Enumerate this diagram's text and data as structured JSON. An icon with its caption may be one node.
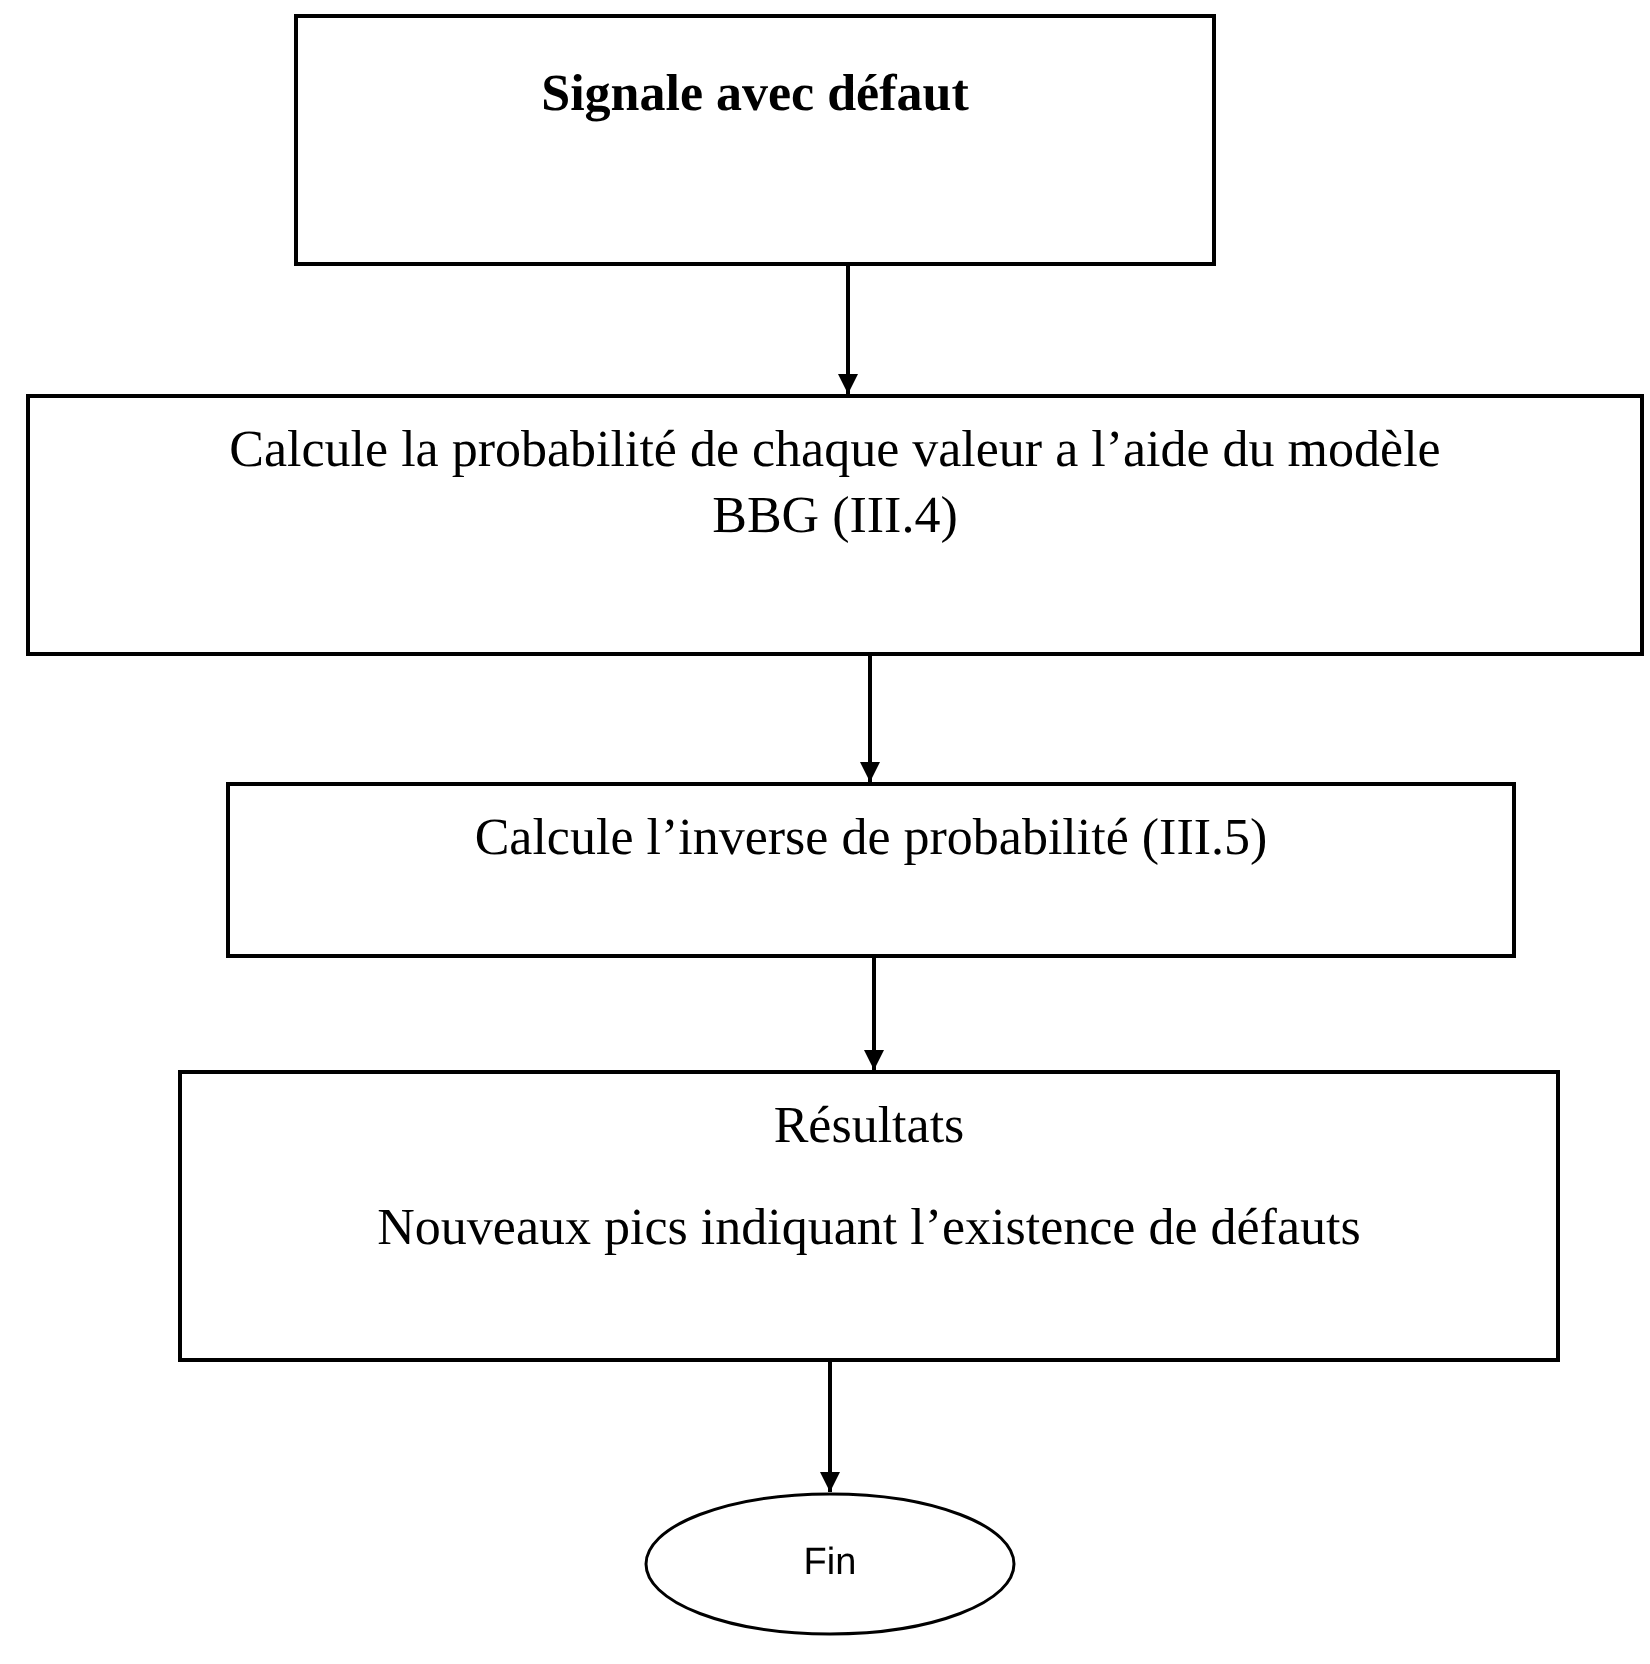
{
  "diagram": {
    "nodes": [
      {
        "text": [
          "Signale avec défaut"
        ]
      },
      {
        "text": [
          "Calcule la probabilité de chaque valeur a l’aide du modèle BBG (III.4)"
        ]
      },
      {
        "text": [
          "Calcule l’inverse de probabilité (III.5)"
        ]
      },
      {
        "text": [
          "Résultats",
          "Nouveaux pics indiquant l’existence de défauts"
        ]
      },
      {
        "text": [
          "Fin"
        ]
      }
    ],
    "edges": [
      {
        "from": 0,
        "to": 1,
        "arrow": "to"
      },
      {
        "from": 1,
        "to": 2,
        "arrow": "to"
      },
      {
        "from": 2,
        "to": 3,
        "arrow": "to"
      },
      {
        "from": 3,
        "to": 4,
        "arrow": "to"
      }
    ]
  }
}
